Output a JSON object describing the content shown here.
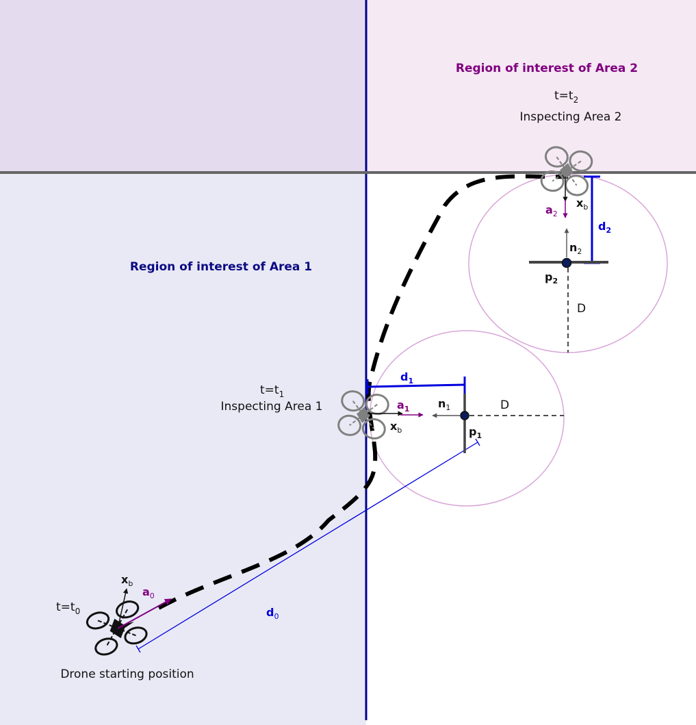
{
  "colors": {
    "region1_fill": "#e9e9f5",
    "region2_fill": "#f5e9f3",
    "top_left_fill": "#e4dcee",
    "white": "#ffffff",
    "border_blue": "#00008b",
    "border_gray": "#666666",
    "label_blue": "#0a0a82",
    "label_purple": "#800080",
    "measure_blue": "#0000dd",
    "circle_stroke": "#d8a6d8",
    "path_black": "#000000",
    "arrow_black": "#111111",
    "ghost_drone": "#808080",
    "point_fill": "#0b1d5a"
  },
  "regions": {
    "area1_label": "Region of interest of Area 1",
    "area2_label": "Region of interest of Area 2"
  },
  "states": {
    "t0": {
      "time_base": "t=t",
      "time_sub": "0",
      "caption": "Drone starting position"
    },
    "t1": {
      "time_base": "t=t",
      "time_sub": "1",
      "caption": "Inspecting Area 1"
    },
    "t2": {
      "time_base": "t=t",
      "time_sub": "2",
      "caption": "Inspecting Area 2"
    }
  },
  "symbols": {
    "xb_base": "x",
    "xb_sub": "b",
    "a0_base": "a",
    "a0_sub": "0",
    "a1_base": "a",
    "a1_sub": "1",
    "a2_base": "a",
    "a2_sub": "2",
    "n1_base": "n",
    "n1_sub": "1",
    "n2_base": "n",
    "n2_sub": "2",
    "p1_base": "p",
    "p1_sub": "1",
    "p2_base": "p",
    "p2_sub": "2",
    "d0_base": "d",
    "d0_sub": "0",
    "d1_base": "d",
    "d1_sub": "1",
    "d2_base": "d",
    "d2_sub": "2",
    "D": "D"
  },
  "icons": {
    "drone_start": "quadcopter-icon",
    "drone_area1": "quadcopter-icon",
    "drone_area2": "quadcopter-icon"
  }
}
